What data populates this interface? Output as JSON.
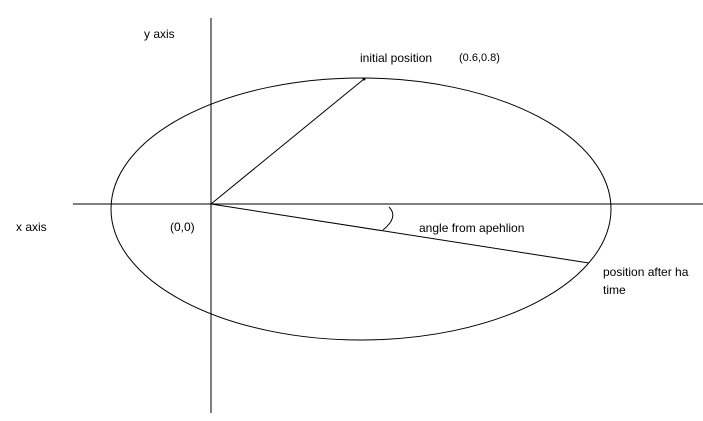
{
  "labels": {
    "y_axis": "y axis",
    "x_axis": "x axis",
    "origin": "(0,0)",
    "initial_position": "initial position",
    "initial_coords": "(0.6,0.8)",
    "angle": "angle from apehlion",
    "after_line1": "position after ha",
    "after_line2": "time"
  }
}
